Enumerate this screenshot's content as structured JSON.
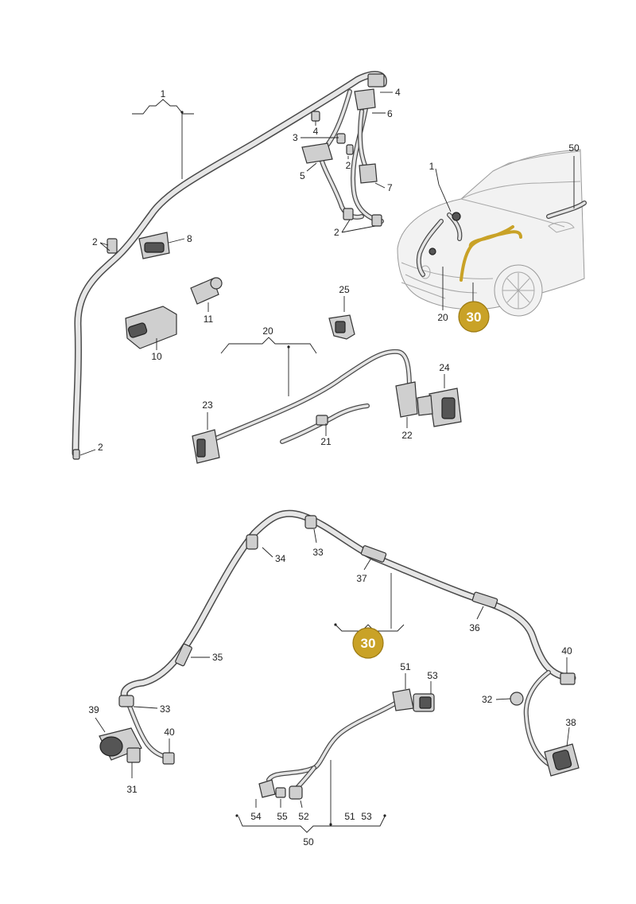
{
  "labels": {
    "1": "1",
    "2": "2",
    "3": "3",
    "4": "4",
    "5": "5",
    "6": "6",
    "7": "7",
    "8": "8",
    "10": "10",
    "11": "11",
    "20": "20",
    "21": "21",
    "22": "22",
    "23": "23",
    "24": "24",
    "25": "25",
    "30": "30",
    "31": "31",
    "32": "32",
    "33": "33",
    "34": "34",
    "35": "35",
    "36": "36",
    "37": "37",
    "38": "38",
    "39": "39",
    "40": "40",
    "50": "50",
    "51": "51",
    "52": "52",
    "53": "53",
    "54": "54",
    "55": "55"
  },
  "colors": {
    "highlight": "#c9a227",
    "wire": "#4a4a4a",
    "part": "#cfcfcf"
  }
}
